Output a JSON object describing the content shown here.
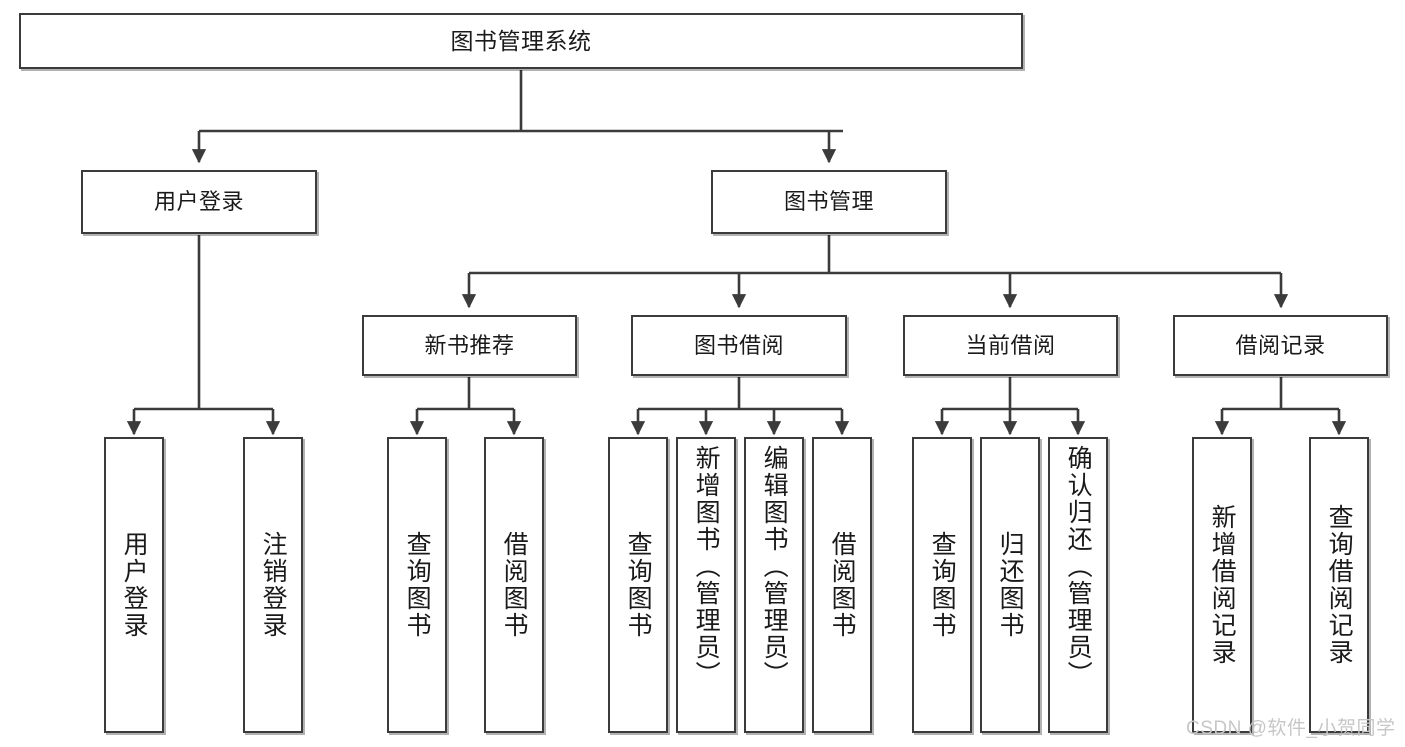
{
  "diagram": {
    "title": "图书管理系统",
    "type": "tree-hierarchy-diagram",
    "watermark": "CSDN @软件_小贺同学",
    "colors": {
      "box_border": "#3b3b3b",
      "box_fill": "#ffffff",
      "connector": "#3b3b3b",
      "text": "#1a1a1a",
      "watermark": "#c7c7c7",
      "background": "#ffffff"
    }
  },
  "nodes": {
    "root": {
      "label": "图书管理系统"
    },
    "level1": [
      {
        "label": "用户登录"
      },
      {
        "label": "图书管理"
      }
    ],
    "level2": [
      {
        "label": "新书推荐"
      },
      {
        "label": "图书借阅"
      },
      {
        "label": "当前借阅"
      },
      {
        "label": "借阅记录"
      }
    ],
    "leaves": {
      "user_login": [
        {
          "label": "用户登录"
        },
        {
          "label": "注销登录"
        }
      ],
      "new_book_recommend": [
        {
          "label": "查询图书"
        },
        {
          "label": "借阅图书"
        }
      ],
      "book_borrow": [
        {
          "label": "查询图书"
        },
        {
          "label": "新增图书（管理员）"
        },
        {
          "label": "编辑图书（管理员）"
        },
        {
          "label": "借阅图书"
        }
      ],
      "current_borrow": [
        {
          "label": "查询图书"
        },
        {
          "label": "归还图书"
        },
        {
          "label": "确认归还（管理员）"
        }
      ],
      "borrow_record": [
        {
          "label": "新增借阅记录"
        },
        {
          "label": "查询借阅记录"
        }
      ]
    }
  }
}
